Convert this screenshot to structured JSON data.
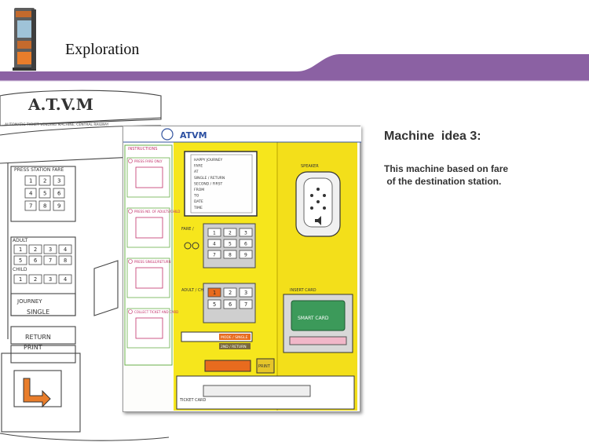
{
  "slide": {
    "title": "Exploration"
  },
  "side_panel": {
    "heading": "Machine  idea 3:",
    "description": "This machine based on fare\n of the destination station."
  },
  "sketch_existing": {
    "brand": "A.T.V.M",
    "subtitle": "AUTOMATIC TICKET VENDING MACHINE, CENTRAL RAILWAY",
    "press_station": "PRESS STATION FARE",
    "adult": "ADULT",
    "child": "CHILD",
    "journey": "JOURNEY",
    "single": "SINGLE",
    "return": "RETURN",
    "print": "PRINT"
  },
  "sketch_concept": {
    "logo": "ATVM",
    "instructions_label": "INSTRUCTIONS",
    "step_labels": [
      "PRESS FARE ONLY",
      "PRESS NO. OF ADULTS/CHILD",
      "PRESS SINGLE/RETURN",
      "COLLECT TICKET AND CARD"
    ],
    "screen_lines": [
      "HAPPY JOURNEY",
      "FARE",
      "AT",
      "SINGLE / RETURN",
      "SECOND / FIRST",
      "FROM",
      "TO",
      "DATE",
      "TIME"
    ],
    "fare_label": "FARE /",
    "adult_child_label": "ADULT / CHILD",
    "speaker_label": "SPEAKER",
    "card_slot_label": "INSERT CARD",
    "smart_card": "SMART CARD",
    "single_button": "SINGLE",
    "return_button": "RETURN",
    "mode_single": "MODE / SINGLE",
    "mode_return": "2ND / RETURN",
    "print_button": "PRINT",
    "ticket_card": "TICKET CARD"
  },
  "colors": {
    "band": "#8b61a3",
    "yellow": "#f6e61c",
    "sketch_pink": "#c2306a",
    "sketch_green": "#69b04a",
    "orange_key": "#e86b1e"
  }
}
